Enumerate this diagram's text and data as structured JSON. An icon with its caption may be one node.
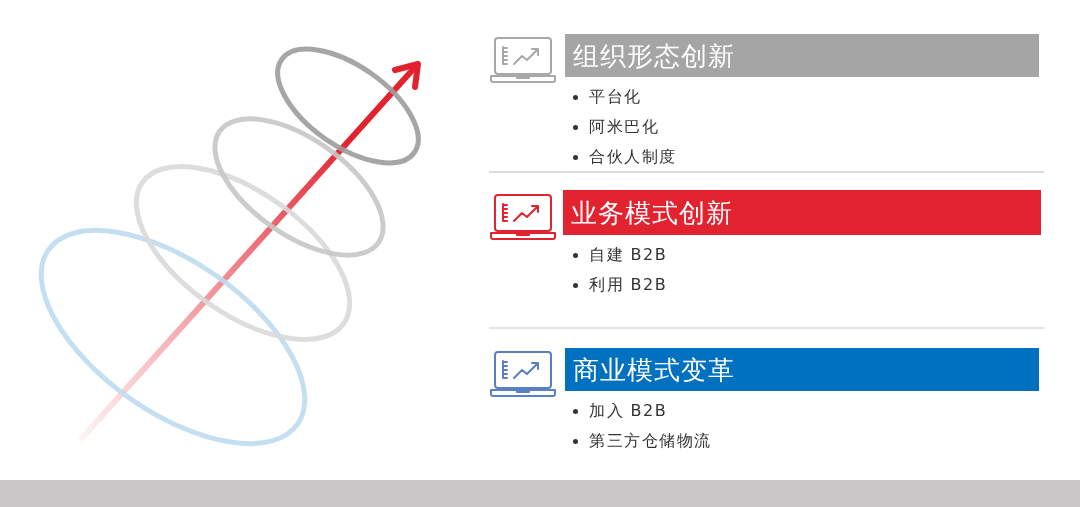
{
  "diagram": {
    "nodes": [
      {
        "text": [
          "组织形态创新"
        ],
        "beside": [
          "平台化",
          "阿米巴化",
          "合伙人制度"
        ]
      },
      {
        "text": [
          "业务模式创新"
        ],
        "beside": [
          "自建 B2B",
          "利用 B2B"
        ]
      },
      {
        "text": [
          "商业模式变革"
        ],
        "beside": [
          "加入 B2B",
          "第三方仓储物流"
        ]
      },
      {
        "text": [],
        "shape": "bar"
      }
    ]
  }
}
